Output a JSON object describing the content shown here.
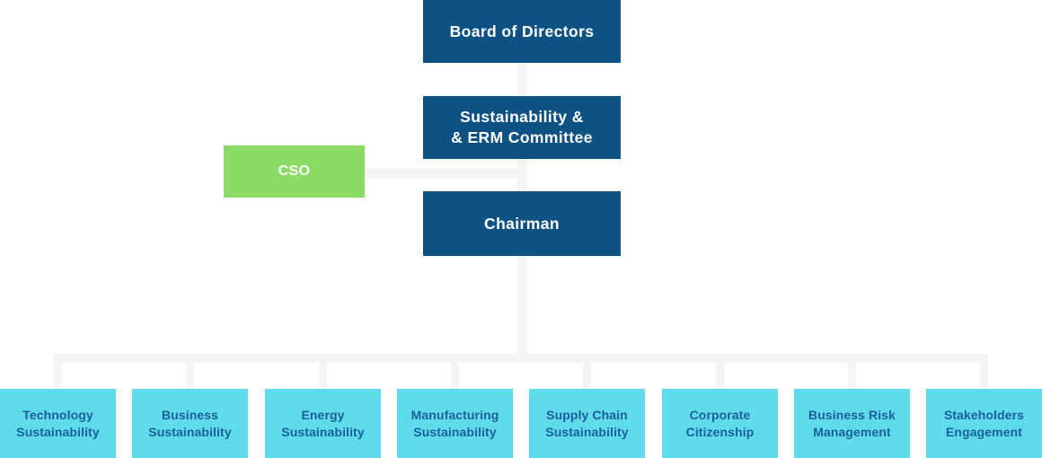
{
  "colors": {
    "navy": "#0E5283",
    "green": "#8ADC64",
    "cyan": "#5FDBEB",
    "connector_gray": "#F4F4F4",
    "dept_text": "#1A619C",
    "node_text": "#FFFFFF"
  },
  "org": {
    "board": {
      "label": "Board of Directors"
    },
    "committee": {
      "line1": "Sustainability &",
      "line2": "& ERM Committee"
    },
    "cso": {
      "label": "CSO"
    },
    "chairman": {
      "label": "Chairman"
    },
    "departments": [
      {
        "line1": "Technology",
        "line2": "Sustainability"
      },
      {
        "line1": "Business",
        "line2": "Sustainability"
      },
      {
        "line1": "Energy",
        "line2": "Sustainability"
      },
      {
        "line1": "Manufacturing",
        "line2": "Sustainability"
      },
      {
        "line1": "Supply Chain",
        "line2": "Sustainability"
      },
      {
        "line1": "Corporate",
        "line2": "Citizenship"
      },
      {
        "line1": "Business Risk",
        "line2": "Management"
      },
      {
        "line1": "Stakeholders",
        "line2": "Engagement"
      }
    ]
  }
}
